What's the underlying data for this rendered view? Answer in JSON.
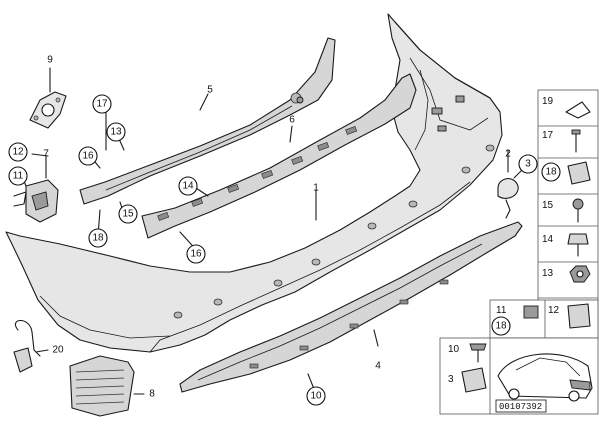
{
  "diagram_code": "00107392",
  "callouts": {
    "c9": "9",
    "c5": "5",
    "c17a": "17",
    "c13a": "13",
    "c16a": "16",
    "c12a": "12",
    "c7": "7",
    "c11a": "11",
    "c6": "6",
    "c14a": "14",
    "c15a": "15",
    "c18a": "18",
    "c16b": "16",
    "c1": "1",
    "c2": "2",
    "c3": "3",
    "c4": "4",
    "c8": "8",
    "c10a": "10",
    "c20": "20"
  },
  "legend": {
    "r19": "19",
    "r17": "17",
    "r18": "18",
    "r15": "15",
    "r14": "14",
    "r13": "13",
    "r11": "11",
    "r18b": "18",
    "r12": "12",
    "r10": "10",
    "r3": "3"
  }
}
